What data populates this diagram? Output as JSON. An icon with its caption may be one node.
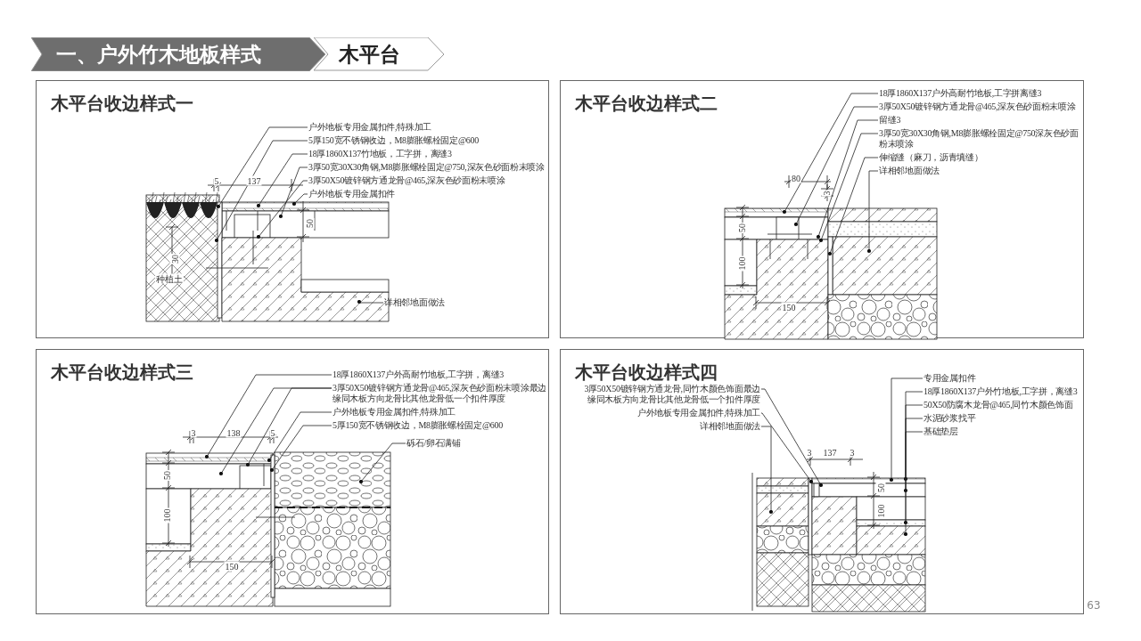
{
  "diagram": {
    "nodes": [
      {
        "text": [
          "一、户外竹木地板样式"
        ]
      },
      {
        "text": [
          "木平台"
        ]
      },
      {
        "text": [
          "木平台收边样式一"
        ]
      },
      {
        "text": [
          "户外地板专用金属扣件,特殊加工"
        ],
        "in": 2
      },
      {
        "text": [
          "5厚150宽不锈钢收边，M8膨胀螺栓固定@600"
        ],
        "in": 2
      },
      {
        "text": [
          "18厚1860X137竹地板，工字拼，离缝3"
        ],
        "in": 2
      },
      {
        "text": [
          "3厚50宽30X30角钢,M8膨胀螺栓固定@750,深灰色砂面粉末喷涂"
        ],
        "in": 2
      },
      {
        "text": [
          "3厚50X50镀锌钢方通龙骨@465,深灰色砂面粉末喷涂"
        ],
        "in": 2
      },
      {
        "text": [
          "户外地板专用金属扣件"
        ],
        "in": 2
      },
      {
        "text": [
          "详相邻地面做法"
        ],
        "in": 2
      },
      {
        "text": [
          "木平台收边样式二"
        ]
      },
      {
        "text": [
          "18厚1860X137户外高耐竹地板,工字拼离缝3"
        ],
        "in": 10
      },
      {
        "text": [
          "3厚50X50镀锌钢方通龙骨@465,深灰色砂面粉末喷涂"
        ],
        "in": 10
      },
      {
        "text": [
          "留缝3"
        ],
        "in": 10
      },
      {
        "text": [
          "3厚50宽30X30角钢,M8膨胀螺栓固定@750深灰色砂面粉末喷涂"
        ],
        "in": 10
      },
      {
        "text": [
          "伸缩缝（麻刀，沥青填缝）"
        ],
        "in": 10
      },
      {
        "text": [
          "详相邻地面做法"
        ],
        "in": 10
      },
      {
        "text": [
          "木平台收边样式三"
        ]
      },
      {
        "text": [
          "18厚1860X137户外高耐竹地板,工字拼，离缝3"
        ],
        "in": 17
      },
      {
        "text": [
          "3厚50X50镀锌钢方通龙骨@465,深灰色砂面粉末喷涂最边缘同木板方向龙骨比其他龙骨低一个扣件厚度"
        ],
        "in": 17
      },
      {
        "text": [
          "户外地板专用金属扣件,特殊加工"
        ],
        "in": 17
      },
      {
        "text": [
          "5厚150宽不锈钢收边，M8膨胀螺栓固定@600"
        ],
        "in": 17
      },
      {
        "text": [
          "砾石/卵石满铺"
        ],
        "in": 17
      },
      {
        "text": [
          "木平台收边样式四"
        ]
      },
      {
        "text": [
          "3厚50X50镀锌钢方通龙骨,同竹木颜色饰面最边缘同木板方向龙骨比其他龙骨低一个扣件厚度"
        ],
        "in": 23
      },
      {
        "text": [
          "户外地板专用金属扣件,特殊加工"
        ],
        "in": 23
      },
      {
        "text": [
          "详相邻地面做法"
        ],
        "in": 23
      },
      {
        "text": [
          "专用金属扣件"
        ],
        "in": 23
      },
      {
        "text": [
          "18厚1860X137户外竹地板,工字拼，离缝3"
        ],
        "in": 23
      },
      {
        "text": [
          "50X50防腐木龙骨@465,同竹木颜色饰面"
        ],
        "in": 23
      },
      {
        "text": [
          "水泥砂浆找平"
        ],
        "in": 23
      },
      {
        "text": [
          "基础垫层"
        ],
        "in": 23
      },
      {
        "text": [],
        "shape": "picture",
        "in": 2
      },
      {
        "text": [],
        "shape": "picture",
        "in": 10
      },
      {
        "text": [],
        "shape": "picture",
        "in": 17
      },
      {
        "text": [],
        "shape": "picture",
        "in": 23
      }
    ],
    "edges": [
      {
        "from": 3,
        "to": 32,
        "arrow": "other"
      },
      {
        "from": 4,
        "to": 32,
        "arrow": "other"
      },
      {
        "from": 5,
        "to": 32,
        "arrow": "other"
      },
      {
        "from": 6,
        "to": 32,
        "arrow": "other"
      },
      {
        "from": 7,
        "to": 32,
        "arrow": "other"
      },
      {
        "from": 8,
        "to": 32,
        "arrow": "other"
      },
      {
        "from": 9,
        "to": 32,
        "arrow": "other"
      },
      {
        "from": 11,
        "to": 33,
        "arrow": "other"
      },
      {
        "from": 12,
        "to": 33,
        "arrow": "other"
      },
      {
        "from": 13,
        "to": 33,
        "arrow": "other"
      },
      {
        "from": 14,
        "to": 33,
        "arrow": "other"
      },
      {
        "from": 15,
        "to": 33,
        "arrow": "other"
      },
      {
        "from": 16,
        "to": 33,
        "arrow": "other"
      },
      {
        "from": 18,
        "to": 34,
        "arrow": "other"
      },
      {
        "from": 19,
        "to": 34,
        "arrow": "other"
      },
      {
        "from": 19,
        "to": 34,
        "arrow": "other"
      },
      {
        "from": 20,
        "to": 34,
        "arrow": "other"
      },
      {
        "from": 21,
        "to": 34,
        "arrow": "other"
      },
      {
        "from": 22,
        "to": 34,
        "arrow": "other"
      },
      {
        "from": 24,
        "to": 35,
        "arrow": "other"
      },
      {
        "from": 25,
        "to": 35,
        "arrow": "other"
      },
      {
        "from": 26,
        "to": 35,
        "arrow": "other"
      },
      {
        "from": 27,
        "to": 35,
        "arrow": "other"
      },
      {
        "from": 28,
        "to": 35,
        "arrow": "other"
      },
      {
        "from": 29,
        "to": 35,
        "arrow": "other"
      },
      {
        "from": 30,
        "to": 35,
        "arrow": "other"
      },
      {
        "from": 31,
        "to": 35,
        "arrow": "other"
      }
    ],
    "labels": [
      "5",
      "137",
      "50",
      "30",
      "种植土",
      "80",
      "3",
      "50",
      "100",
      "150",
      "3",
      "138",
      "5",
      "50",
      "100",
      "150",
      "3",
      "137",
      "3",
      "50",
      "100",
      "63"
    ]
  }
}
